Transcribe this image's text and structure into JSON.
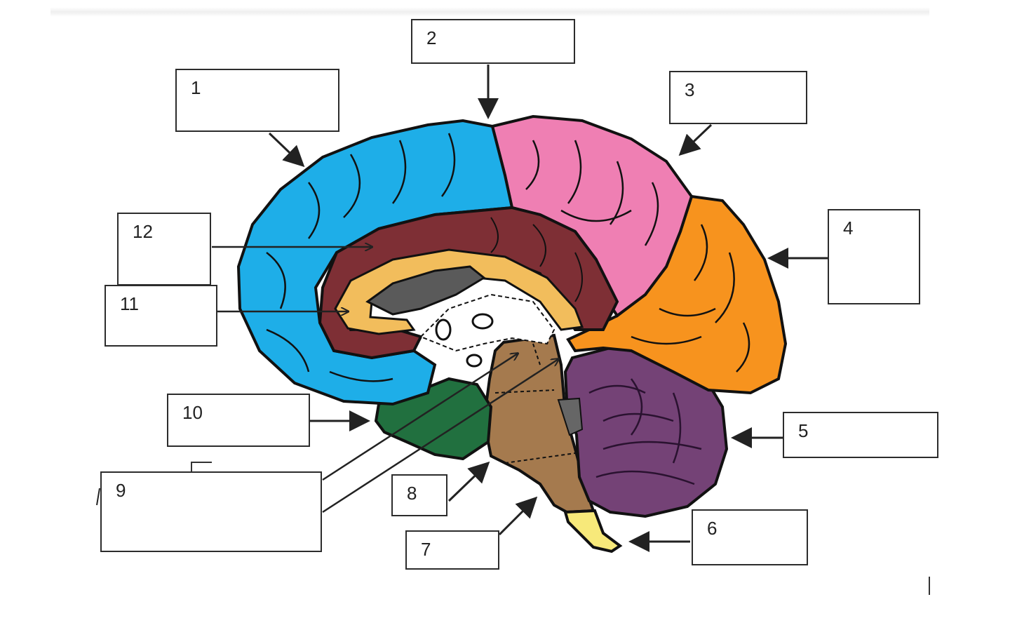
{
  "labels": [
    {
      "id": "1",
      "text": "1"
    },
    {
      "id": "2",
      "text": "2"
    },
    {
      "id": "3",
      "text": "3"
    },
    {
      "id": "4",
      "text": "4"
    },
    {
      "id": "5",
      "text": "5"
    },
    {
      "id": "6",
      "text": "6"
    },
    {
      "id": "7",
      "text": "7"
    },
    {
      "id": "8",
      "text": "8"
    },
    {
      "id": "9",
      "text": "9"
    },
    {
      "id": "10",
      "text": "10"
    },
    {
      "id": "11",
      "text": "11"
    },
    {
      "id": "12",
      "text": "12"
    }
  ],
  "colors": {
    "frontal_lobe": "#1eaee8",
    "parietal_lobe": "#ef7fb3",
    "occipital_lobe": "#f7931e",
    "cingulate_gyrus": "#7e2f35",
    "corpus_callosum": "#f2bd5c",
    "ventricle": "#5a5a5a",
    "temporal_region": "#21703f",
    "brainstem": "#a57a4e",
    "medulla": "#f7e97a",
    "cerebellum": "#744276",
    "outline": "#111111"
  }
}
